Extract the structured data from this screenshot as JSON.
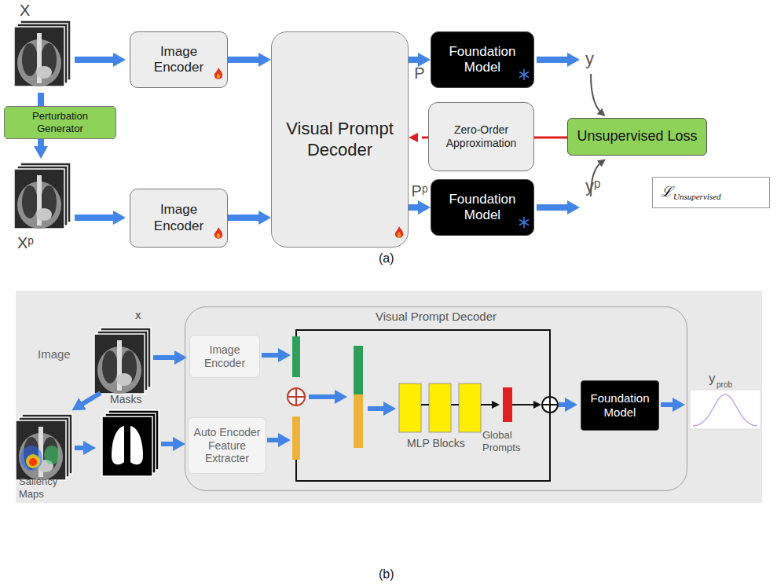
{
  "diagram": {
    "nodes": [
      {
        "text": [
          "Image Encoder"
        ]
      },
      {
        "text": [
          "Visual Prompt Decoder"
        ]
      },
      {
        "text": [
          "Foundation Model"
        ]
      },
      {
        "text": [
          "Zero-Order Approximation"
        ]
      },
      {
        "text": [
          "Unsupervised Loss"
        ]
      },
      {
        "text": [
          "Perturbation Generator"
        ]
      },
      {
        "text": [
          "Image Encoder"
        ]
      },
      {
        "text": [
          "Foundation Model"
        ]
      },
      {
        "text": [
          "ℒ",
          "Unsupervised"
        ]
      },
      {
        "text": [
          "Visual Prompt Decoder"
        ]
      },
      {
        "text": [
          "Image Encoder"
        ],
        "in": 9
      },
      {
        "text": [
          "Auto Encoder Feature Extracter"
        ],
        "in": 9
      },
      {
        "text": [
          "Foundation Model"
        ],
        "in": 9
      }
    ],
    "edges": [
      {
        "from": 0,
        "to": 1,
        "arrow": "to"
      },
      {
        "from": 1,
        "to": 2,
        "label": "P",
        "arrow": "to"
      },
      {
        "from": 4,
        "to": 3,
        "arrow": "none"
      },
      {
        "from": 3,
        "to": 1,
        "arrow": "to"
      },
      {
        "from": 6,
        "to": 1,
        "arrow": "to"
      },
      {
        "from": 1,
        "to": 7,
        "label": "Pᵖ",
        "arrow": "to"
      }
    ],
    "labels": [
      "X",
      "Xᵖ",
      "y",
      "yᵖ",
      "(a)",
      "Image",
      "x",
      "Masks",
      "Saliency Maps",
      "MLP Blocks",
      "Global Prompts",
      "y",
      "prob",
      "(b)"
    ]
  }
}
